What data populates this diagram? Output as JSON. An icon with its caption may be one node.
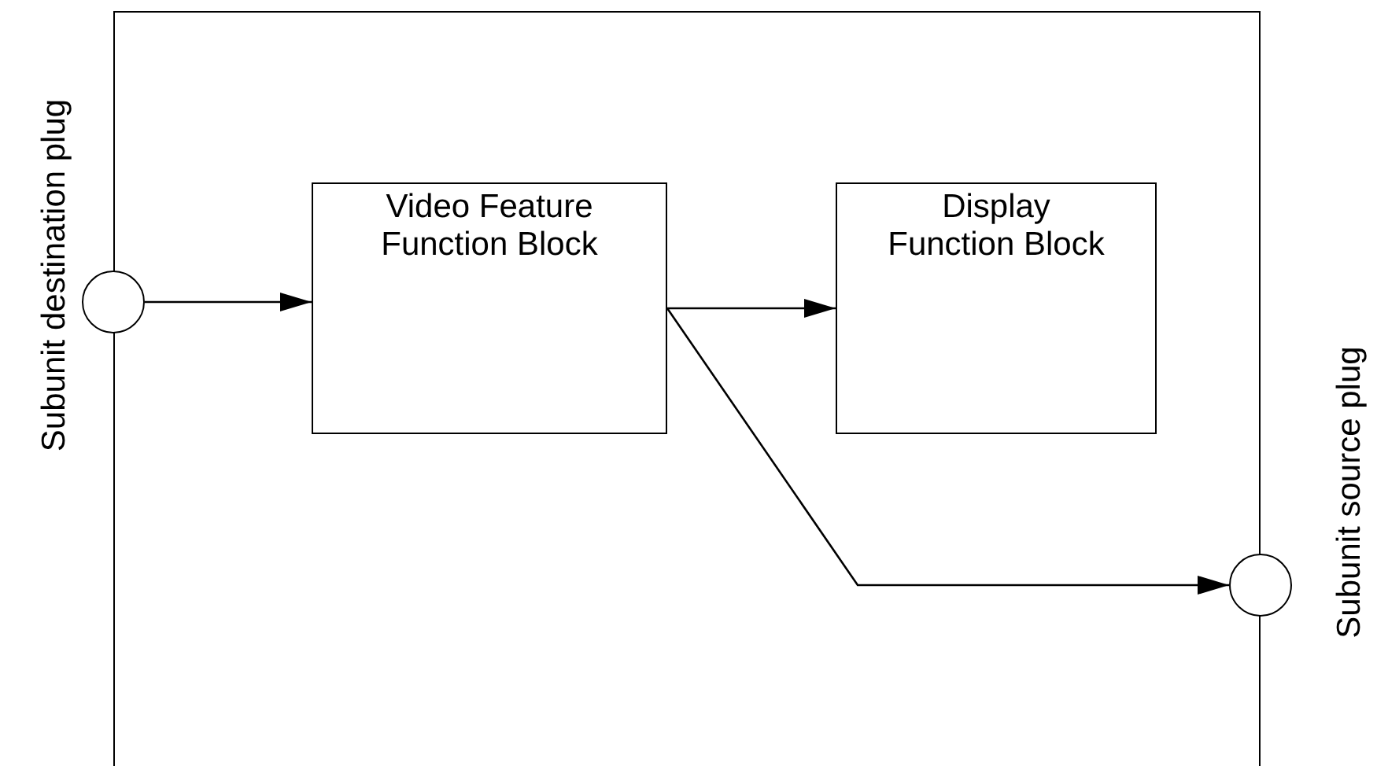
{
  "diagram": {
    "nodes": [
      {
        "text": [],
        "shape": "box"
      },
      {
        "text": [],
        "shape": "circle",
        "beside": [
          "Subunit destination plug"
        ]
      },
      {
        "text": [
          "Video Feature Function Block"
        ],
        "in": 0
      },
      {
        "text": [
          "Display Function Block"
        ],
        "in": 0
      },
      {
        "text": [],
        "shape": "circle",
        "beside": [
          "Subunit source plug"
        ]
      }
    ],
    "edges": [
      {
        "from": 1,
        "to": 2,
        "arrow": "to"
      },
      {
        "from": 2,
        "to": 3,
        "arrow": "to"
      },
      {
        "from": 2,
        "to": 4,
        "arrow": "to"
      }
    ]
  }
}
